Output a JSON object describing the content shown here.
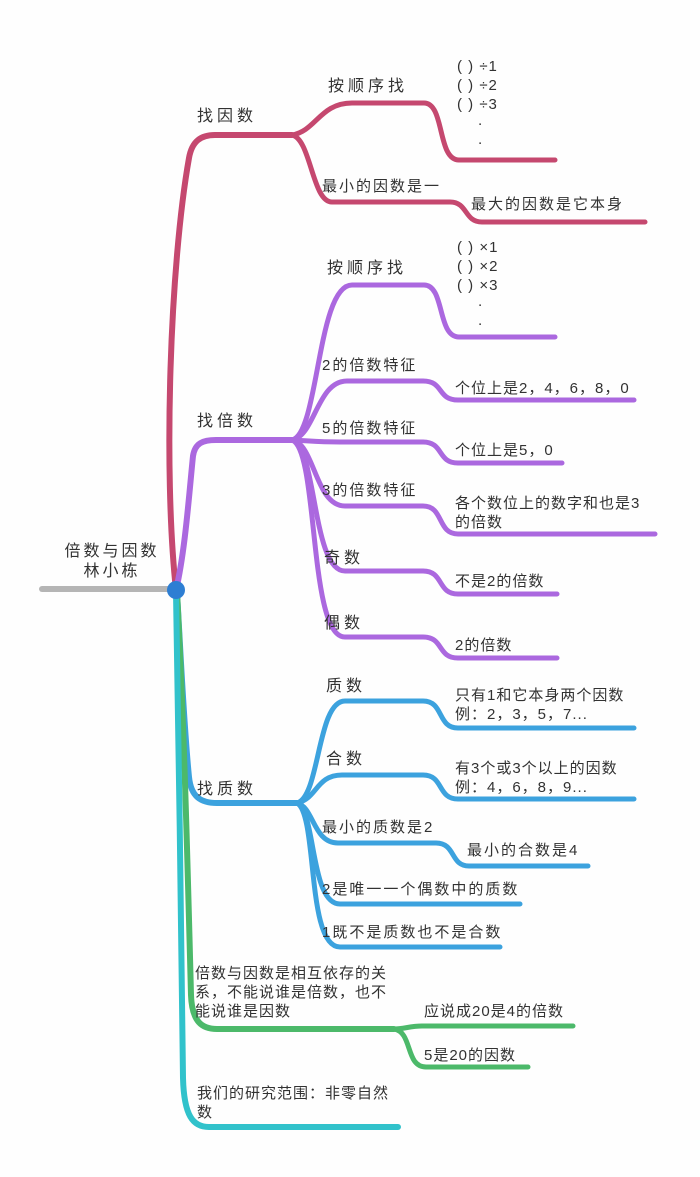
{
  "colors": {
    "crimson": "#c5486f",
    "purple": "#ab68df",
    "blue": "#3ca2de",
    "green": "#4cb96a",
    "teal": "#31c2cb",
    "gray": "#b5b5b5",
    "dot": "#2d7ed3",
    "text": "#323232"
  },
  "center": {
    "text": "倍数与因数\n林小栋"
  },
  "branches": {
    "find_factors": {
      "label": "找因数",
      "order": {
        "label": "按顺序找",
        "list": "( ) ÷1\n( ) ÷2\n( ) ÷3\n    ·\n    ·"
      },
      "min_factor": {
        "label": "最小的因数是一",
        "child": "最大的因数是它本身"
      }
    },
    "find_multiples": {
      "label": "找倍数",
      "order": {
        "label": "按顺序找",
        "list": "( ) ×1\n( ) ×2\n( ) ×3\n    ·\n    ·"
      },
      "mul2": {
        "label": "2的倍数特征",
        "child": "个位上是2，4，6，8，0"
      },
      "mul5": {
        "label": "5的倍数特征",
        "child": "个位上是5，0"
      },
      "mul3": {
        "label": "3的倍数特征",
        "child": "各个数位上的数字和也是3\n的倍数"
      },
      "odd": {
        "label": "奇数",
        "child": "不是2的倍数"
      },
      "even": {
        "label": "偶数",
        "child": "2的倍数"
      }
    },
    "find_primes": {
      "label": "找质数",
      "prime": {
        "label": "质数",
        "child": "只有1和它本身两个因数\n例：2，3，5，7..."
      },
      "composite": {
        "label": "合数",
        "child": "有3个或3个以上的因数\n例：4，6，8，9..."
      },
      "min_prime": {
        "label": "最小的质数是2",
        "child": "最小的合数是4"
      },
      "only_even_prime": {
        "label": "2是唯一一个偶数中的质数"
      },
      "one_neither": {
        "label": "1既不是质数也不是合数"
      }
    },
    "interdependence": {
      "label": "倍数与因数是相互依存的关\n系，不能说谁是倍数，也不\n能说谁是因数",
      "should_say": {
        "label": "应说成20是4的倍数"
      },
      "factor_example": {
        "label": "5是20的因数"
      }
    },
    "scope": {
      "label": "我们的研究范围：非零自然\n数"
    }
  }
}
